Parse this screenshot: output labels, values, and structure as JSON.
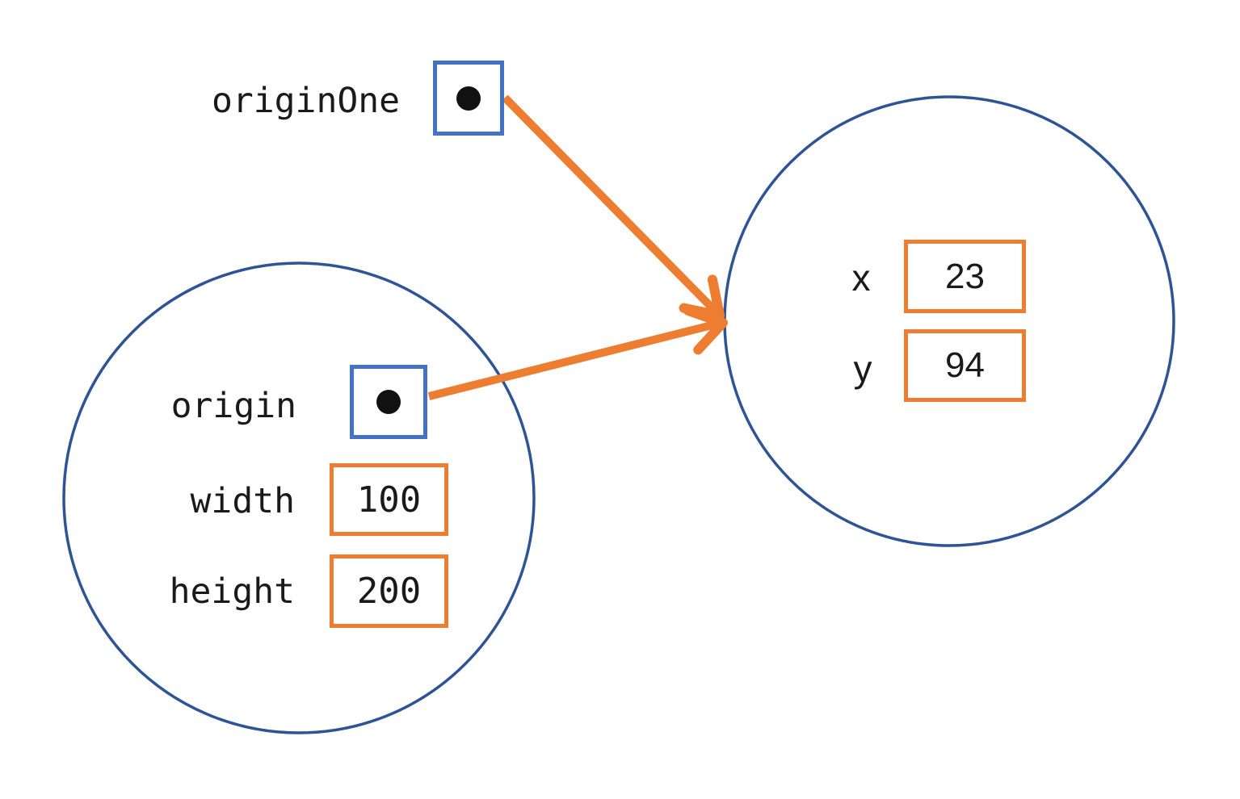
{
  "colors": {
    "arrow_orange": "#ED7D31",
    "reference_box_blue": "#4472C4",
    "object_circle_blue": "#2F5496",
    "text": "#1a1a1a"
  },
  "external_reference": {
    "label": "originOne"
  },
  "rectangle_object": {
    "fields": [
      {
        "name": "origin",
        "kind": "reference"
      },
      {
        "name": "width",
        "value": "100"
      },
      {
        "name": "height",
        "value": "200"
      }
    ]
  },
  "point_object": {
    "fields": [
      {
        "name": "x",
        "value": "23"
      },
      {
        "name": "y",
        "value": "94"
      }
    ]
  }
}
